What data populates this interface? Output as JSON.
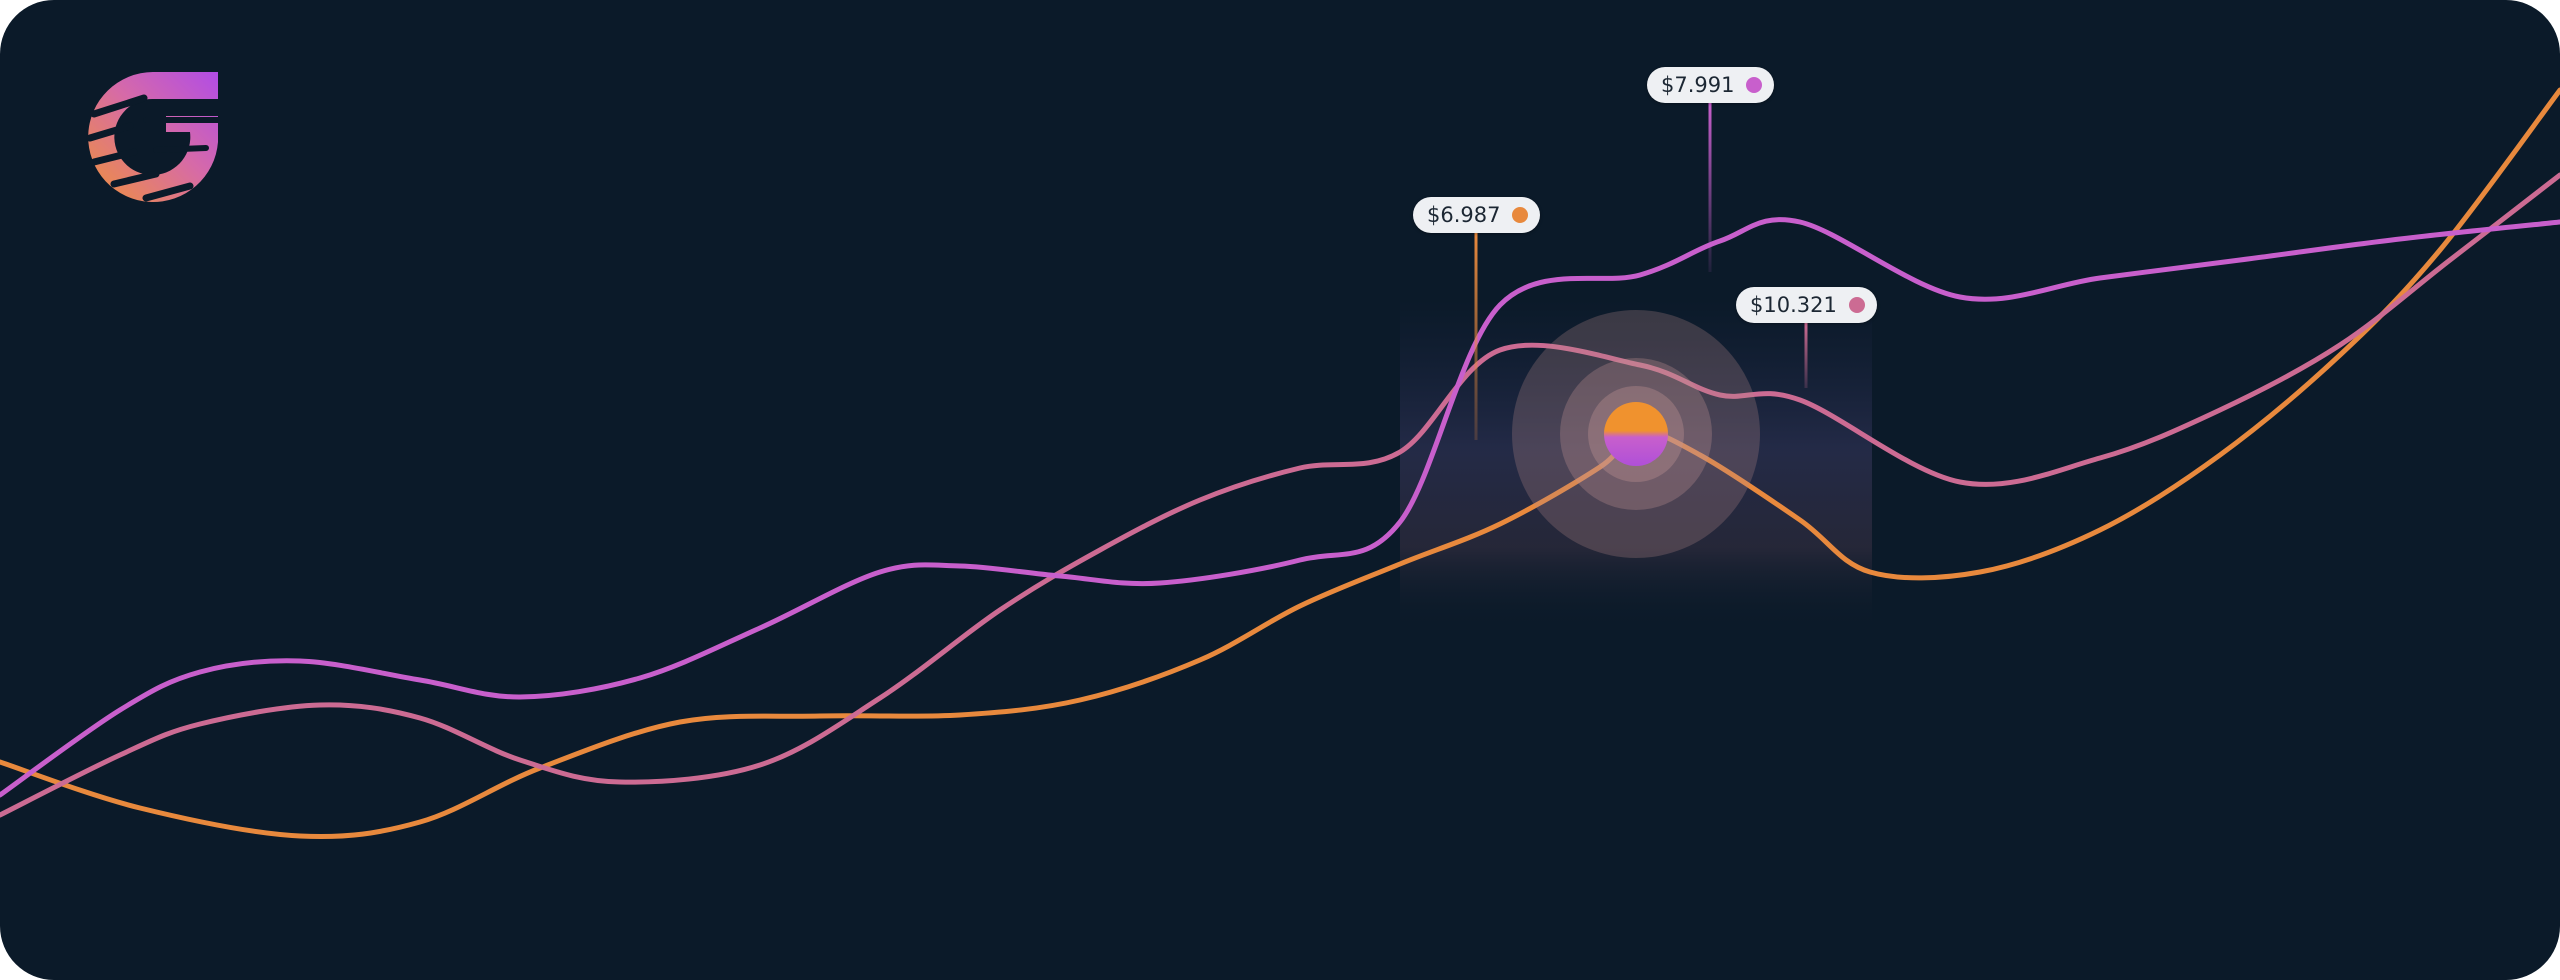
{
  "colors": {
    "background": "#0b1a29",
    "orange": "#e8893d",
    "pink": "#cc6b93",
    "magenta": "#c85fcc",
    "tooltip_bg": "#eef0f3"
  },
  "logo": {
    "icon": "brand-logo-icon"
  },
  "chart_data": {
    "type": "line",
    "grid": false,
    "legend": "none",
    "series": [
      {
        "key": "orange",
        "color": "#e8893d",
        "values": [
          [
            0,
            762
          ],
          [
            140,
            808
          ],
          [
            300,
            836
          ],
          [
            420,
            822
          ],
          [
            540,
            768
          ],
          [
            680,
            722
          ],
          [
            820,
            716
          ],
          [
            960,
            715
          ],
          [
            1080,
            700
          ],
          [
            1200,
            660
          ],
          [
            1300,
            606
          ],
          [
            1400,
            564
          ],
          [
            1500,
            524
          ],
          [
            1600,
            467
          ],
          [
            1640,
            432
          ],
          [
            1700,
            455
          ],
          [
            1800,
            520
          ],
          [
            1870,
            572
          ],
          [
            1980,
            572
          ],
          [
            2100,
            530
          ],
          [
            2220,
            455
          ],
          [
            2340,
            355
          ],
          [
            2440,
            250
          ],
          [
            2560,
            90
          ]
        ]
      },
      {
        "key": "pink",
        "color": "#cc6b93",
        "values": [
          [
            0,
            815
          ],
          [
            120,
            755
          ],
          [
            200,
            724
          ],
          [
            320,
            705
          ],
          [
            420,
            718
          ],
          [
            520,
            760
          ],
          [
            620,
            782
          ],
          [
            760,
            765
          ],
          [
            880,
            698
          ],
          [
            1000,
            610
          ],
          [
            1100,
            550
          ],
          [
            1200,
            500
          ],
          [
            1300,
            468
          ],
          [
            1400,
            452
          ],
          [
            1500,
            350
          ],
          [
            1640,
            365
          ],
          [
            1720,
            395
          ],
          [
            1800,
            400
          ],
          [
            1960,
            482
          ],
          [
            2100,
            458
          ],
          [
            2220,
            410
          ],
          [
            2340,
            345
          ],
          [
            2450,
            260
          ],
          [
            2560,
            175
          ]
        ]
      },
      {
        "key": "magenta",
        "color": "#c85fcc",
        "values": [
          [
            0,
            795
          ],
          [
            120,
            710
          ],
          [
            200,
            672
          ],
          [
            300,
            661
          ],
          [
            420,
            680
          ],
          [
            520,
            697
          ],
          [
            640,
            678
          ],
          [
            760,
            628
          ],
          [
            880,
            572
          ],
          [
            960,
            566
          ],
          [
            1060,
            576
          ],
          [
            1160,
            583
          ],
          [
            1300,
            560
          ],
          [
            1400,
            522
          ],
          [
            1500,
            305
          ],
          [
            1640,
            275
          ],
          [
            1720,
            241
          ],
          [
            1800,
            222
          ],
          [
            1960,
            297
          ],
          [
            2100,
            278
          ],
          [
            2240,
            260
          ],
          [
            2400,
            239
          ],
          [
            2560,
            222
          ]
        ]
      }
    ],
    "focus": {
      "x": 1636,
      "y": 434,
      "band_from": 1400,
      "band_to": 1872
    },
    "labels": [
      {
        "series": "orange",
        "text": "$6.987",
        "x": 1476,
        "point_y": 440
      },
      {
        "series": "magenta",
        "text": "$7.991",
        "x": 1710,
        "point_y": 272
      },
      {
        "series": "pink",
        "text": "$10.321",
        "x": 1806,
        "point_y": 388
      }
    ]
  }
}
